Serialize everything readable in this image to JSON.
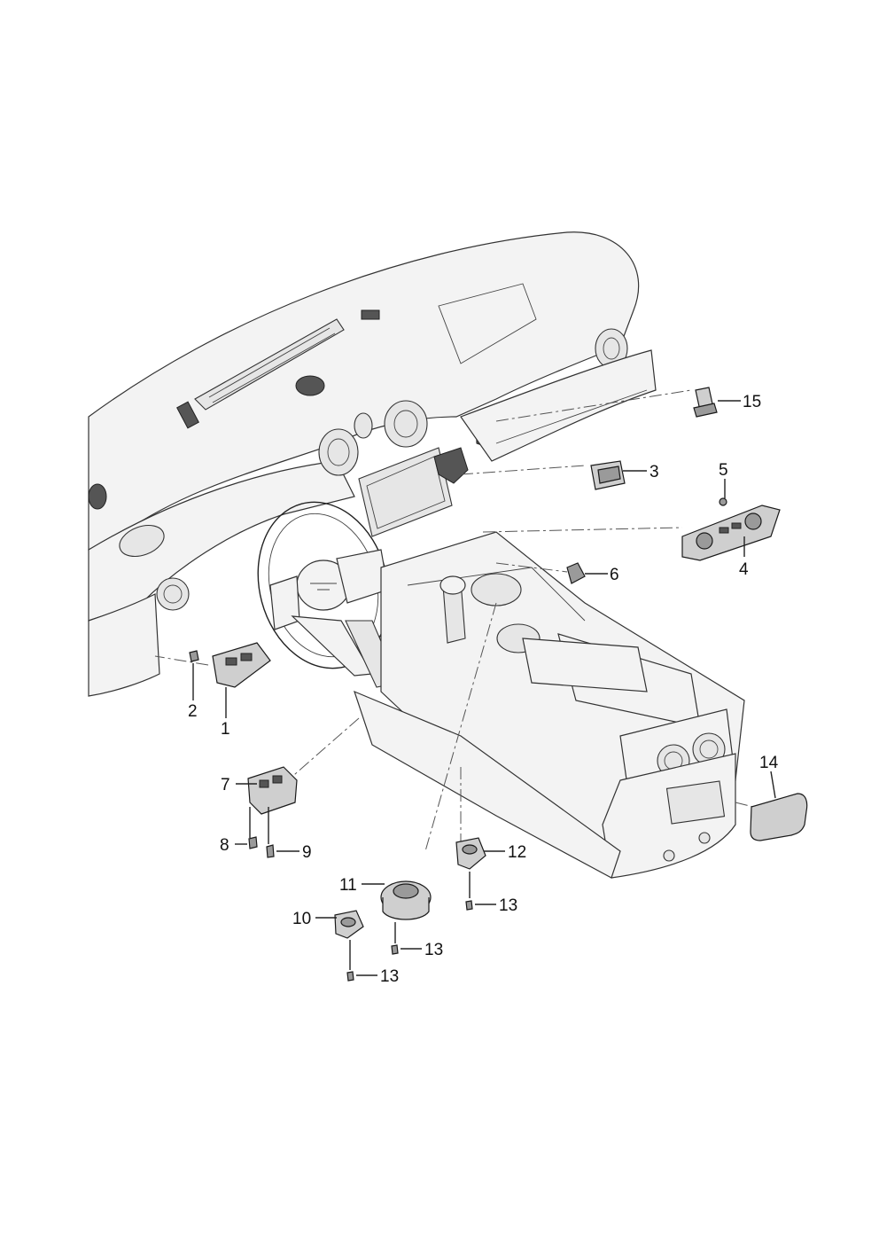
{
  "diagram": {
    "callouts": [
      {
        "id": "c1",
        "label": "1"
      },
      {
        "id": "c2",
        "label": "2"
      },
      {
        "id": "c3",
        "label": "3"
      },
      {
        "id": "c4",
        "label": "4"
      },
      {
        "id": "c5",
        "label": "5"
      },
      {
        "id": "c6",
        "label": "6"
      },
      {
        "id": "c7",
        "label": "7"
      },
      {
        "id": "c8",
        "label": "8"
      },
      {
        "id": "c9",
        "label": "9"
      },
      {
        "id": "c10",
        "label": "10"
      },
      {
        "id": "c11",
        "label": "11"
      },
      {
        "id": "c12",
        "label": "12"
      },
      {
        "id": "c13a",
        "label": "13"
      },
      {
        "id": "c13b",
        "label": "13"
      },
      {
        "id": "c13c",
        "label": "13"
      },
      {
        "id": "c14",
        "label": "14"
      },
      {
        "id": "c15",
        "label": "15"
      }
    ]
  }
}
